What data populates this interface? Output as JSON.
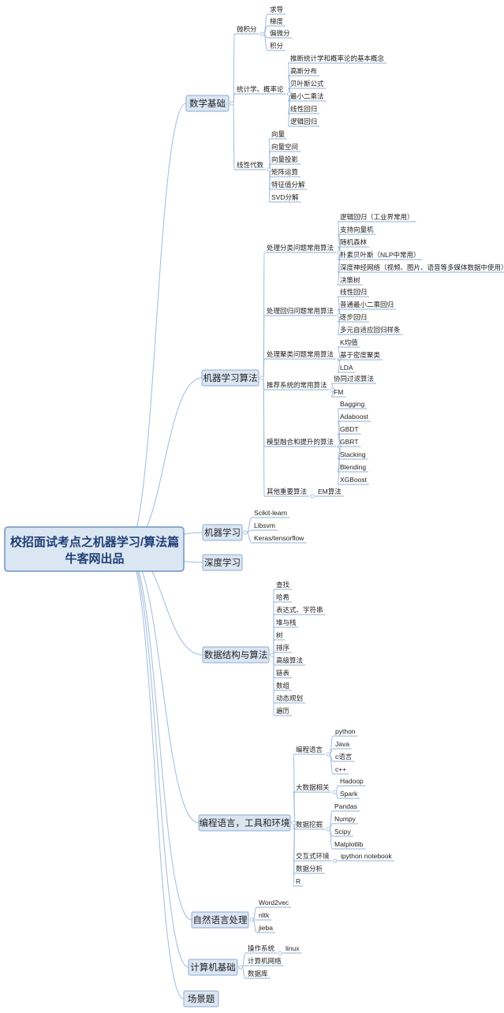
{
  "root": {
    "lines": [
      "校招面试考点之机器学习/算法篇",
      "牛客网出品"
    ]
  },
  "branches": [
    {
      "label": "数学基础",
      "children": [
        {
          "label": "微积分",
          "children": [
            "求导",
            "梯度",
            "偏微分",
            "积分"
          ]
        },
        {
          "label": "统计学、概率论",
          "children": [
            "推断统计学和概率论的基本概念",
            "高斯分布",
            "贝叶斯公式",
            "最小二乘法",
            "线性回归",
            "逻辑回归"
          ]
        },
        {
          "label": "线性代数",
          "children": [
            "向量",
            "向量空间",
            "向量投影",
            "矩阵运算",
            "特征值分解",
            "SVD分解"
          ]
        }
      ]
    },
    {
      "label": "机器学习算法",
      "children": [
        {
          "label": "处理分类问题常用算法",
          "children": [
            "逻辑回归（工业界常用）",
            "支持向量机",
            "随机森林",
            "朴素贝叶斯（NLP中常用）",
            "深度神经网络（视频、图片、语音等多媒体数据中使用）",
            "决策树"
          ]
        },
        {
          "label": "处理回归问题常用算法",
          "children": [
            "线性回归",
            "普通最小二乘回归",
            "逐步回归",
            "多元自适应回归样条"
          ]
        },
        {
          "label": "处理聚类问题常用算法",
          "children": [
            "K均值",
            "基于密度聚类",
            "LDA"
          ]
        },
        {
          "label": "推荐系统的常用算法",
          "children": [
            "协同过滤算法",
            "FM"
          ]
        },
        {
          "label": "模型融合和提升的算法",
          "children": [
            "Bagging",
            "Adaboost",
            "GBDT",
            "GBRT",
            "Stacking",
            "Blending",
            "XGBoost"
          ]
        },
        {
          "label": "其他重要算法",
          "children": [
            "EM算法"
          ]
        }
      ]
    },
    {
      "label": "机器学习",
      "children": [
        "Scikit-learn",
        "Libsvm",
        "Keras/tensorflow"
      ]
    },
    {
      "label": "深度学习",
      "children": []
    },
    {
      "label": "数据结构与算法",
      "children": [
        "查找",
        "哈希",
        "表达式、字符串",
        "堆与栈",
        "树",
        "排序",
        "高级算法",
        "链表",
        "数组",
        "动态规划",
        "遍历"
      ]
    },
    {
      "label": "编程语言，工具和环境",
      "children": [
        {
          "label": "编程语言",
          "children": [
            "python",
            "Java",
            "c语言",
            "c++"
          ]
        },
        {
          "label": "大数据相关",
          "children": [
            "Hadoop",
            "Spark"
          ]
        },
        {
          "label": "数据挖掘",
          "children": [
            "Pandas",
            "Numpy",
            "Scipy",
            "Matplotlib"
          ]
        },
        {
          "label": "交互式环境",
          "children": [
            "ipython notebook"
          ]
        },
        {
          "label": "数据分析",
          "children": []
        },
        {
          "label": "R",
          "children": []
        }
      ]
    },
    {
      "label": "自然语言处理",
      "children": [
        "Word2vec",
        "nltk",
        "jieba"
      ]
    },
    {
      "label": "计算机基础",
      "children": [
        {
          "label": "操作系统",
          "children": [
            "linux"
          ]
        },
        {
          "label": "计算机网络",
          "children": []
        },
        {
          "label": "数据库",
          "children": []
        }
      ]
    },
    {
      "label": "场景题",
      "children": []
    }
  ]
}
